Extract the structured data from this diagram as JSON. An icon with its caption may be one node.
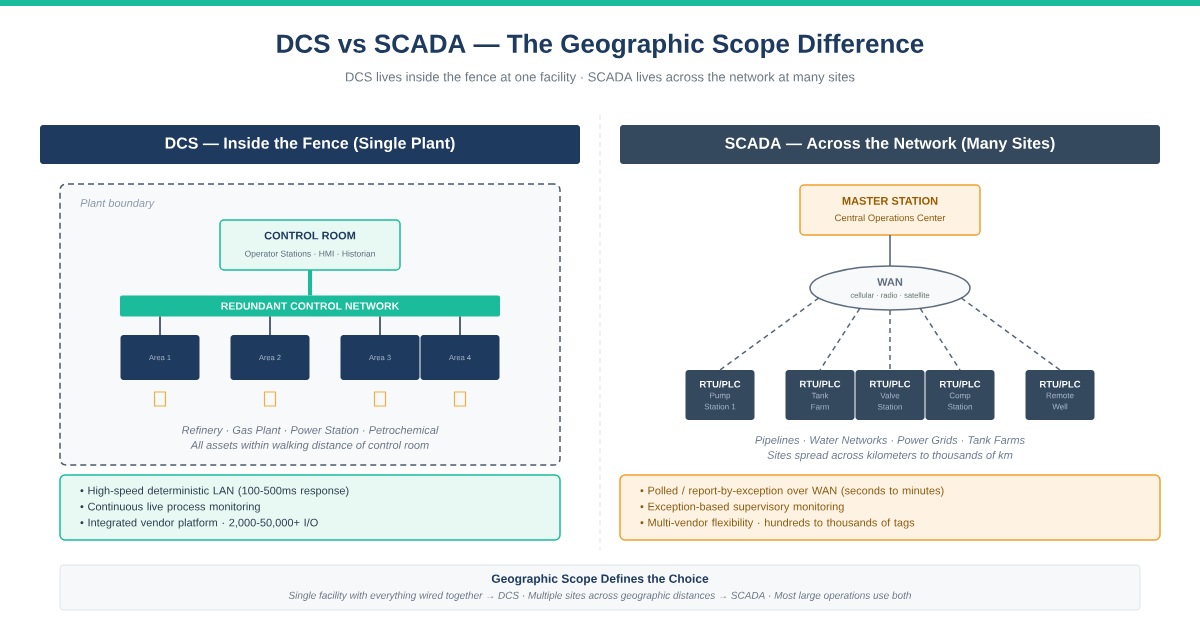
{
  "diagram": {
    "title": "DCS vs SCADA — The Geographic Scope Difference",
    "nodes": [
      {
        "text": [
          "DCS — Inside the Fence (Single Plant)"
        ]
      },
      {
        "text": [
          "Plant boundary",
          "Refinery · Gas Plant · Power Station · Petrochemical",
          "All assets within walking distance of control room"
        ]
      },
      {
        "text": [
          "CONTROL ROOM",
          "Operator Stations · HMI · Historian"
        ],
        "in": 1
      },
      {
        "text": [
          "REDUNDANT CONTROL NETWORK"
        ],
        "in": 1
      },
      {
        "text": [
          "Area 1"
        ],
        "in": 1
      },
      {
        "text": [
          "Area 2"
        ],
        "in": 1
      },
      {
        "text": [
          "Area 3"
        ],
        "in": 1
      },
      {
        "text": [
          "Area 4"
        ],
        "in": 1
      },
      {
        "text": [
          "• High-speed deterministic LAN (100-500ms response)",
          "• Continuous live process monitoring",
          "• Integrated vendor platform · 2,000-50,000+ I/O"
        ]
      },
      {
        "text": [
          "SCADA — Across the Network (Many Sites)"
        ]
      },
      {
        "text": [
          "MASTER STATION",
          "Central Operations Center"
        ]
      },
      {
        "text": [
          "WAN",
          "cellular · radio · satellite"
        ]
      },
      {
        "text": [
          "RTU/PLC",
          "Pump Station 1"
        ]
      },
      {
        "text": [
          "RTU/PLC",
          "Tank Farm"
        ]
      },
      {
        "text": [
          "RTU/PLC",
          "Valve Station"
        ]
      },
      {
        "text": [
          "RTU/PLC",
          "Comp Station"
        ]
      },
      {
        "text": [
          "RTU/PLC",
          "Remote Well"
        ]
      },
      {
        "text": [
          "• Polled / report-by-exception over WAN (seconds to minutes)",
          "• Exception-based supervisory monitoring",
          "• Multi-vendor flexibility · hundreds to thousands of tags"
        ]
      },
      {
        "text": [
          "Geographic Scope Defines the Choice",
          "Single facility with everything wired together → DCS · Multiple sites across geographic distances → SCADA · Most large operations use both"
        ]
      }
    ],
    "edges": [
      {
        "from": 2,
        "to": 3,
        "arrow": "none",
        "style": "thick",
        "color": "#1abc9c"
      },
      {
        "from": 3,
        "to": 4,
        "arrow": "none",
        "color": "#2c3e50"
      },
      {
        "from": 3,
        "to": 5,
        "arrow": "none",
        "color": "#2c3e50"
      },
      {
        "from": 3,
        "to": 6,
        "arrow": "none",
        "color": "#2c3e50"
      },
      {
        "from": 3,
        "to": 7,
        "arrow": "none",
        "color": "#2c3e50"
      },
      {
        "from": 10,
        "to": 11,
        "arrow": "none"
      },
      {
        "from": 11,
        "to": 12,
        "arrow": "none",
        "style": "dashed"
      },
      {
        "from": 11,
        "to": 13,
        "arrow": "none",
        "style": "dashed"
      },
      {
        "from": 11,
        "to": 14,
        "arrow": "none",
        "style": "dashed"
      },
      {
        "from": 11,
        "to": 15,
        "arrow": "none",
        "style": "dashed"
      },
      {
        "from": 11,
        "to": 16,
        "arrow": "none",
        "style": "dashed"
      }
    ],
    "labels": [
      "DCS lives inside the fence at one facility · SCADA lives across the network at many sites",
      "Pipelines · Water Networks · Power Grids · Tank Farms",
      "Sites spread across kilometers to thousands of km"
    ]
  }
}
